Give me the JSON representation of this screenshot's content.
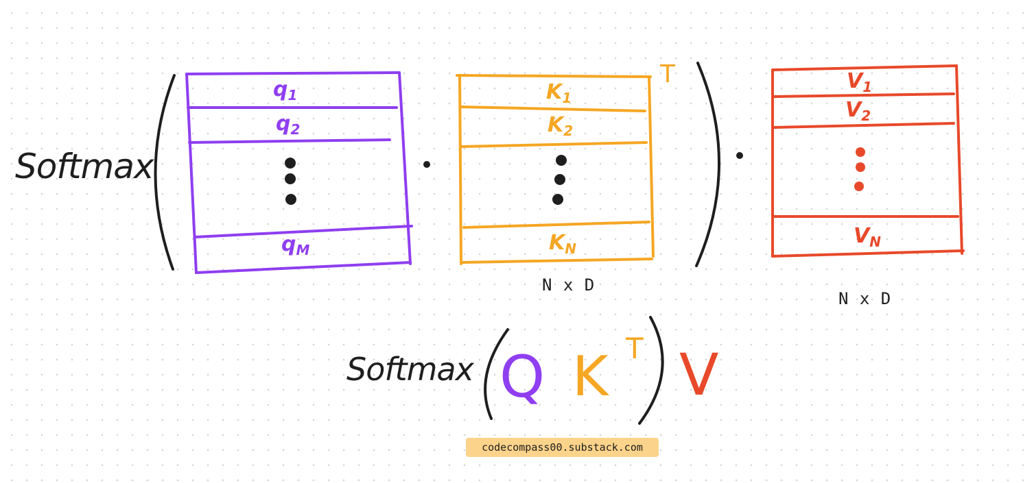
{
  "formula_top": {
    "function_label": "Softmax",
    "q_rows": [
      {
        "base": "q",
        "sub": "1"
      },
      {
        "base": "q",
        "sub": "2"
      },
      {
        "base": "q",
        "sub": "M"
      }
    ],
    "k_rows": [
      {
        "base": "K",
        "sub": "1"
      },
      {
        "base": "K",
        "sub": "2"
      },
      {
        "base": "K",
        "sub": "N"
      }
    ],
    "k_transpose": "T",
    "k_dims": "N x D",
    "v_rows": [
      {
        "base": "V",
        "sub": "1"
      },
      {
        "base": "V",
        "sub": "2"
      },
      {
        "base": "V",
        "sub": "N"
      }
    ],
    "v_dims": "N x D"
  },
  "formula_bottom": {
    "function_label": "Softmax",
    "q": "Q",
    "k": "K",
    "k_transpose": "T",
    "v": "V"
  },
  "source": "codecompass00.substack.com",
  "colors": {
    "query": "#8f3ef0",
    "key": "#f5a623",
    "value": "#e8492a",
    "ink": "#1e1e1e",
    "source_bg": "#fcd38a"
  }
}
